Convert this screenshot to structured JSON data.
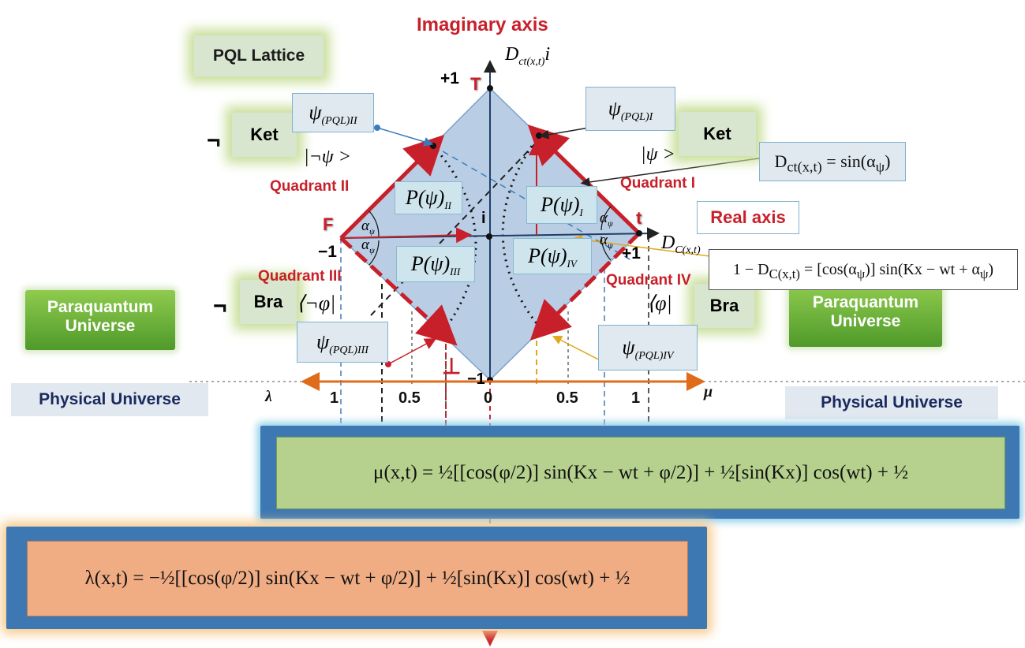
{
  "header": {
    "imaginary_axis": "Imaginary axis",
    "imag_label": "D",
    "imag_sub": "ct(x,t)",
    "imag_i": "i"
  },
  "labels": {
    "pql_lattice": "PQL Lattice",
    "ket_left": "Ket",
    "ket_left_prefix": "¬",
    "ket_left_state": "|¬ψ >",
    "ket_right": "Ket",
    "ket_right_state": "|ψ >",
    "bra_left": "Bra",
    "bra_left_prefix": "¬",
    "bra_left_state": "⟨¬φ|",
    "bra_right": "Bra",
    "bra_right_state": "⟨φ|",
    "real_axis": "Real axis",
    "paraquantum_left": "Paraquantum Universe",
    "paraquantum_right": "Paraquantum Universe",
    "physical_left": "Physical Universe",
    "physical_right": "Physical Universe"
  },
  "quadrants": {
    "q1": "Quadrant I",
    "q2": "Quadrant II",
    "q3": "Quadrant III",
    "q4": "Quadrant IV"
  },
  "vertices": {
    "T": "T",
    "F": "F",
    "t": "t",
    "bottom": "⊥",
    "plus_one_top": "+1",
    "minus_one_left": "−1",
    "plus_one_right": "+1",
    "minus_one_bottom": "−1"
  },
  "states": {
    "psi_I": "ψ",
    "psi_I_sub": "(PQL)I",
    "psi_II": "ψ",
    "psi_II_sub": "(PQL)II",
    "psi_III": "ψ",
    "psi_III_sub": "(PQL)III",
    "psi_IV": "ψ",
    "psi_IV_sub": "(PQL)IV",
    "p_I": "P(ψ)",
    "p_I_sub": "I",
    "p_II": "P(ψ)",
    "p_II_sub": "II",
    "p_III": "P(ψ)",
    "p_III_sub": "III",
    "p_IV": "P(ψ)",
    "p_IV_sub": "IV",
    "alpha": "α",
    "alpha_sub": "ψ",
    "center_i": "i"
  },
  "real_label": {
    "main": "D",
    "sub": "C(x,t)"
  },
  "formulas": {
    "dct": "D<sub>ct(x,t)</sub> = sin(α<sub>ψ</sub>)",
    "dc": "1 − D<sub>C(x,t)</sub> = [cos(α<sub>ψ</sub>)] sin(Kx − wt + α<sub>ψ</sub>)",
    "mu": "μ(x,t) = ½[[cos(φ/2)] sin(Kx − wt + φ/2)] + ½[sin(Kx)] cos(wt) + ½",
    "lambda": "λ(x,t) = −½[[cos(φ/2)] sin(Kx − wt + φ/2)] + ½[sin(Kx)] cos(wt) + ½"
  },
  "axis": {
    "lambda": "λ",
    "mu": "μ",
    "t1": "1",
    "t05": "0.5",
    "t0": "0",
    "t05r": "0.5",
    "t1r": "1"
  }
}
